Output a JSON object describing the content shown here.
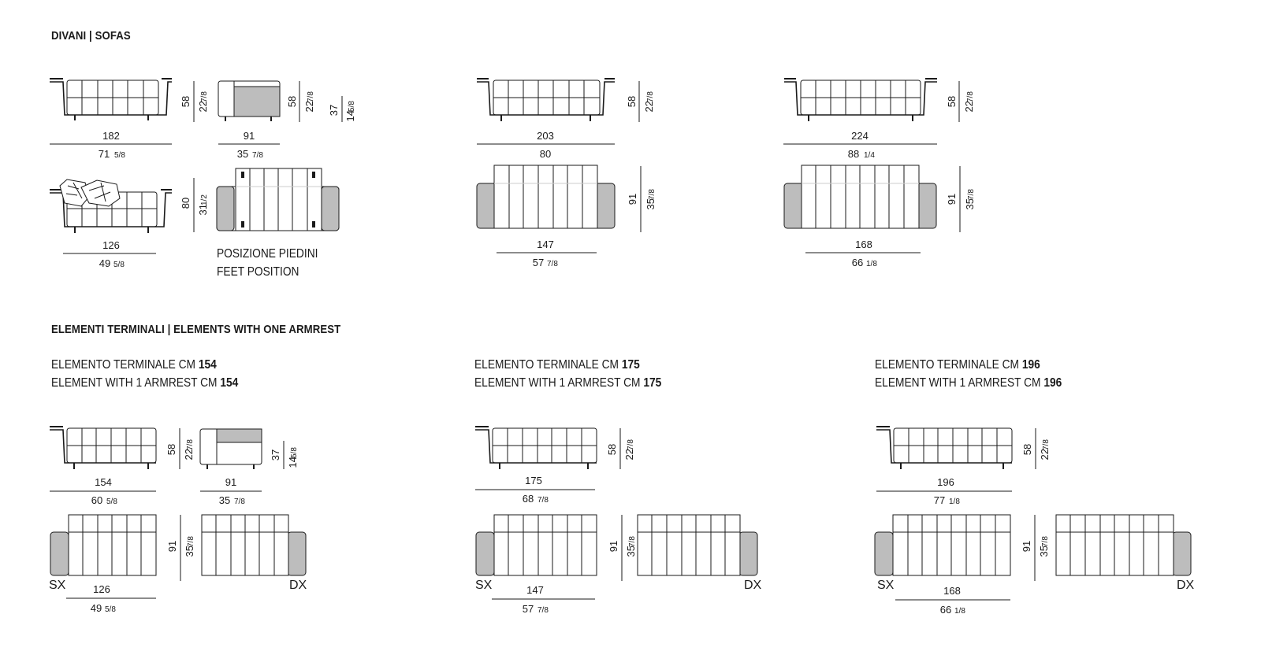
{
  "headers": {
    "sofas": "DIVANI  |  SOFAS",
    "terminals": "ELEMENTI TERMINALI  |  ELEMENTS WITH ONE ARMREST"
  },
  "feet_note": {
    "line1": "POSIZIONE PIEDINI",
    "line2": "FEET POSITION"
  },
  "captions": [
    {
      "it": "ELEMENTO TERMINALE CM ",
      "en": "ELEMENT WITH 1 ARMREST CM ",
      "size": "154"
    },
    {
      "it": "ELEMENTO TERMINALE CM ",
      "en": "ELEMENT WITH 1 ARMREST CM ",
      "size": "175"
    },
    {
      "it": "ELEMENTO TERMINALE CM ",
      "en": "ELEMENT WITH 1 ARMREST CM ",
      "size": "196"
    }
  ],
  "side_labels": {
    "left": "SX",
    "right": "DX"
  },
  "dims": {
    "w182": "182",
    "w182_in": "71",
    "w182_fr": "5/8",
    "d91": "91",
    "d91_in": "35",
    "d91_fr": "7/8",
    "h58": "58",
    "h58_in": "22",
    "h58_fr": "7/8",
    "h37": "37",
    "h37_in": "14",
    "h37_fr": "5/8",
    "w126": "126",
    "w126_in": "49",
    "w126_fr": "5/8",
    "h80": "80",
    "h80_in": "31",
    "h80_fr": "1/2",
    "w203": "203",
    "w203_in": "80",
    "w147": "147",
    "w147_in": "57",
    "w147_fr": "7/8",
    "w224": "224",
    "w224_in": "88",
    "w224_fr": "1/4",
    "w168": "168",
    "w168_in": "66",
    "w168_fr": "1/8",
    "w154": "154",
    "w154_in": "60",
    "w154_fr": "5/8",
    "w175": "175",
    "w175_in": "68",
    "w175_fr": "7/8",
    "w196": "196",
    "w196_in": "77",
    "w196_fr": "1/8"
  },
  "colors": {
    "line": "#1a1a1a",
    "fill_gray": "#bdbdbd"
  }
}
